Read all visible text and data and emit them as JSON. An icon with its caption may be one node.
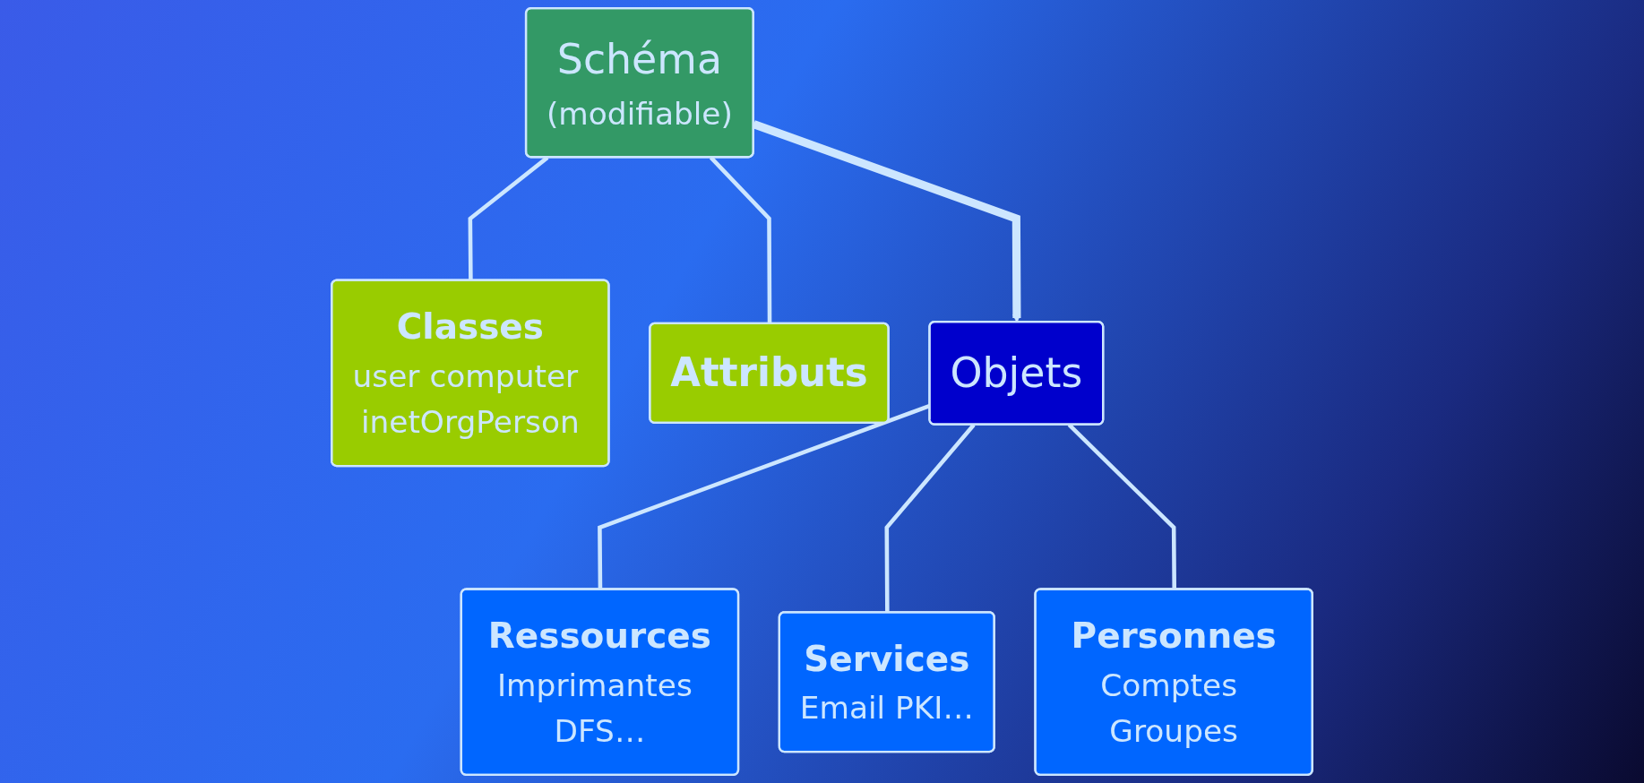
{
  "diagram": {
    "nodes": [
      {
        "text": [
          "Schéma",
          "(modifiable)"
        ]
      },
      {
        "text": [
          "Objets"
        ]
      },
      {
        "text": [
          "Classes",
          "user computer inetOrgPerson"
        ]
      },
      {
        "text": [
          "Attributs"
        ]
      },
      {
        "text": [
          "Ressources",
          "Imprimantes DFS…"
        ]
      },
      {
        "text": [
          "Services",
          "Email PKI…"
        ]
      },
      {
        "text": [
          "Personnes",
          "Comptes Groupes"
        ]
      }
    ],
    "edges": [
      {
        "from": 0,
        "to": 1,
        "arrow": "to",
        "style": "thick"
      },
      {
        "from": 0,
        "to": 2,
        "arrow": "none"
      },
      {
        "from": 0,
        "to": 3,
        "arrow": "none"
      },
      {
        "from": 1,
        "to": 4,
        "arrow": "none"
      },
      {
        "from": 1,
        "to": 5,
        "arrow": "none"
      },
      {
        "from": 1,
        "to": 6,
        "arrow": "none"
      }
    ]
  }
}
